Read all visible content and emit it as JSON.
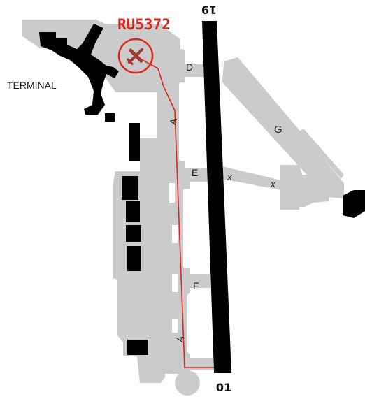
{
  "labels": {
    "terminal": "TERMINAL",
    "runway_north": "19",
    "runway_south": "01"
  },
  "taxiways": {
    "d": "D",
    "a_upper": "A",
    "g": "G",
    "e": "E",
    "x_left": "x",
    "x_right": "x",
    "f": "F",
    "a_lower": "A"
  },
  "aircraft": {
    "callsign": "RU5372",
    "icon": "aircraft-icon"
  },
  "colors": {
    "pavement": "#cbcbcb",
    "buildings": "#000000",
    "runway": "#000000",
    "route": "#e0261b",
    "highlight": "#e0261b"
  }
}
